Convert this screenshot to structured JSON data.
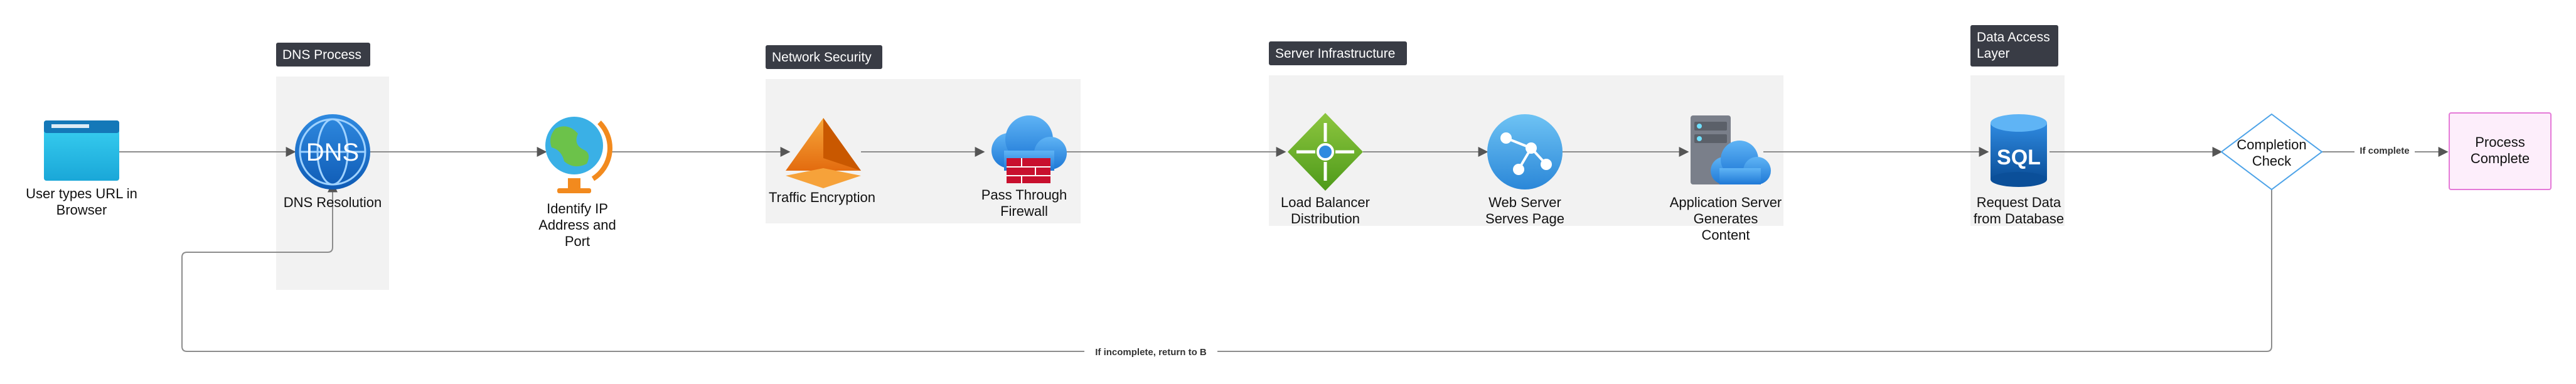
{
  "groups": {
    "dns": "DNS Process",
    "security": "Network Security",
    "server": "Server Infrastructure",
    "data": [
      "Data Access",
      "Layer"
    ]
  },
  "nodes": {
    "url": [
      "User types URL in",
      "Browser"
    ],
    "dns": [
      "DNS Resolution"
    ],
    "dns_icon_text": "DNS",
    "ip": [
      "Identify IP",
      "Address and",
      "Port"
    ],
    "encrypt": [
      "Traffic Encryption"
    ],
    "firewall": [
      "Pass Through",
      "Firewall"
    ],
    "lb": [
      "Load Balancer",
      "Distribution"
    ],
    "web": [
      "Web Server",
      "Serves Page"
    ],
    "app": [
      "Application Server",
      "Generates",
      "Content"
    ],
    "db": [
      "Request Data",
      "from Database"
    ],
    "db_icon_text": "SQL",
    "check": [
      "Completion",
      "Check"
    ],
    "complete": [
      "Process",
      "Complete"
    ]
  },
  "edges": {
    "if_complete": "If complete",
    "if_incomplete": "If incomplete, return to B"
  },
  "colors": {
    "group_tag": "#393c45",
    "group_bg": "#f2f2f2",
    "edge": "#8c8c8c",
    "decision_stroke": "#4da3e8",
    "end_stroke": "#e57ad8",
    "end_fill": "#fdeefb"
  },
  "icons": [
    "browser-window-icon",
    "dns-globe-icon",
    "globe-stand-icon",
    "encryption-pyramid-icon",
    "firewall-cloud-icon",
    "load-balancer-icon",
    "web-server-icon",
    "app-server-cloud-icon",
    "sql-database-icon"
  ]
}
